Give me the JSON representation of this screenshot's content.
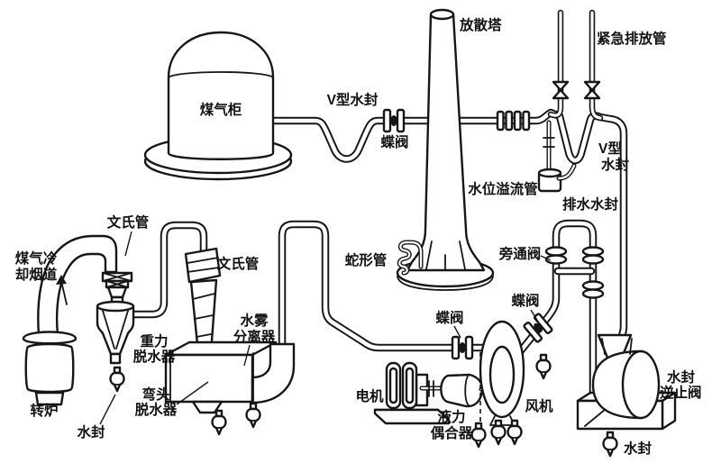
{
  "colors": {
    "line": "#161616",
    "background": "#ffffff"
  },
  "labels": {
    "flare_stack": "放散塔",
    "emergency_pipe": "紧急排放管",
    "gas_holder": "煤气柜",
    "v_seal_left": "V型水封",
    "butterfly_1": "蝶阀",
    "overflow_pipe": "水位溢流管",
    "v_seal_right_line1": "V型",
    "v_seal_right_line2": "水封",
    "drain_seal": "排水水封",
    "bypass_valve": "旁通阀",
    "serpentine_pipe": "蛇形管",
    "venturi_1": "文氏管",
    "cooling_flue_line1": "煤气冷",
    "cooling_flue_line2": "却烟道",
    "venturi_2": "文氏管",
    "gravity_dehydrator_line1": "重力",
    "gravity_dehydrator_line2": "脱水器",
    "mist_separator_line1": "水雾",
    "mist_separator_line2": "分离器",
    "elbow_dehydrator_line1": "弯头",
    "elbow_dehydrator_line2": "脱水器",
    "converter": "转炉",
    "water_seal_left": "水封",
    "motor": "电机",
    "coupler_line1": "液力",
    "coupler_line2": "偶合器",
    "butterfly_2": "蝶阀",
    "butterfly_3": "蝶阀",
    "fan": "风机",
    "check_valve_line1": "水封",
    "check_valve_line2": "逆止阀",
    "water_seal_right": "水封"
  }
}
